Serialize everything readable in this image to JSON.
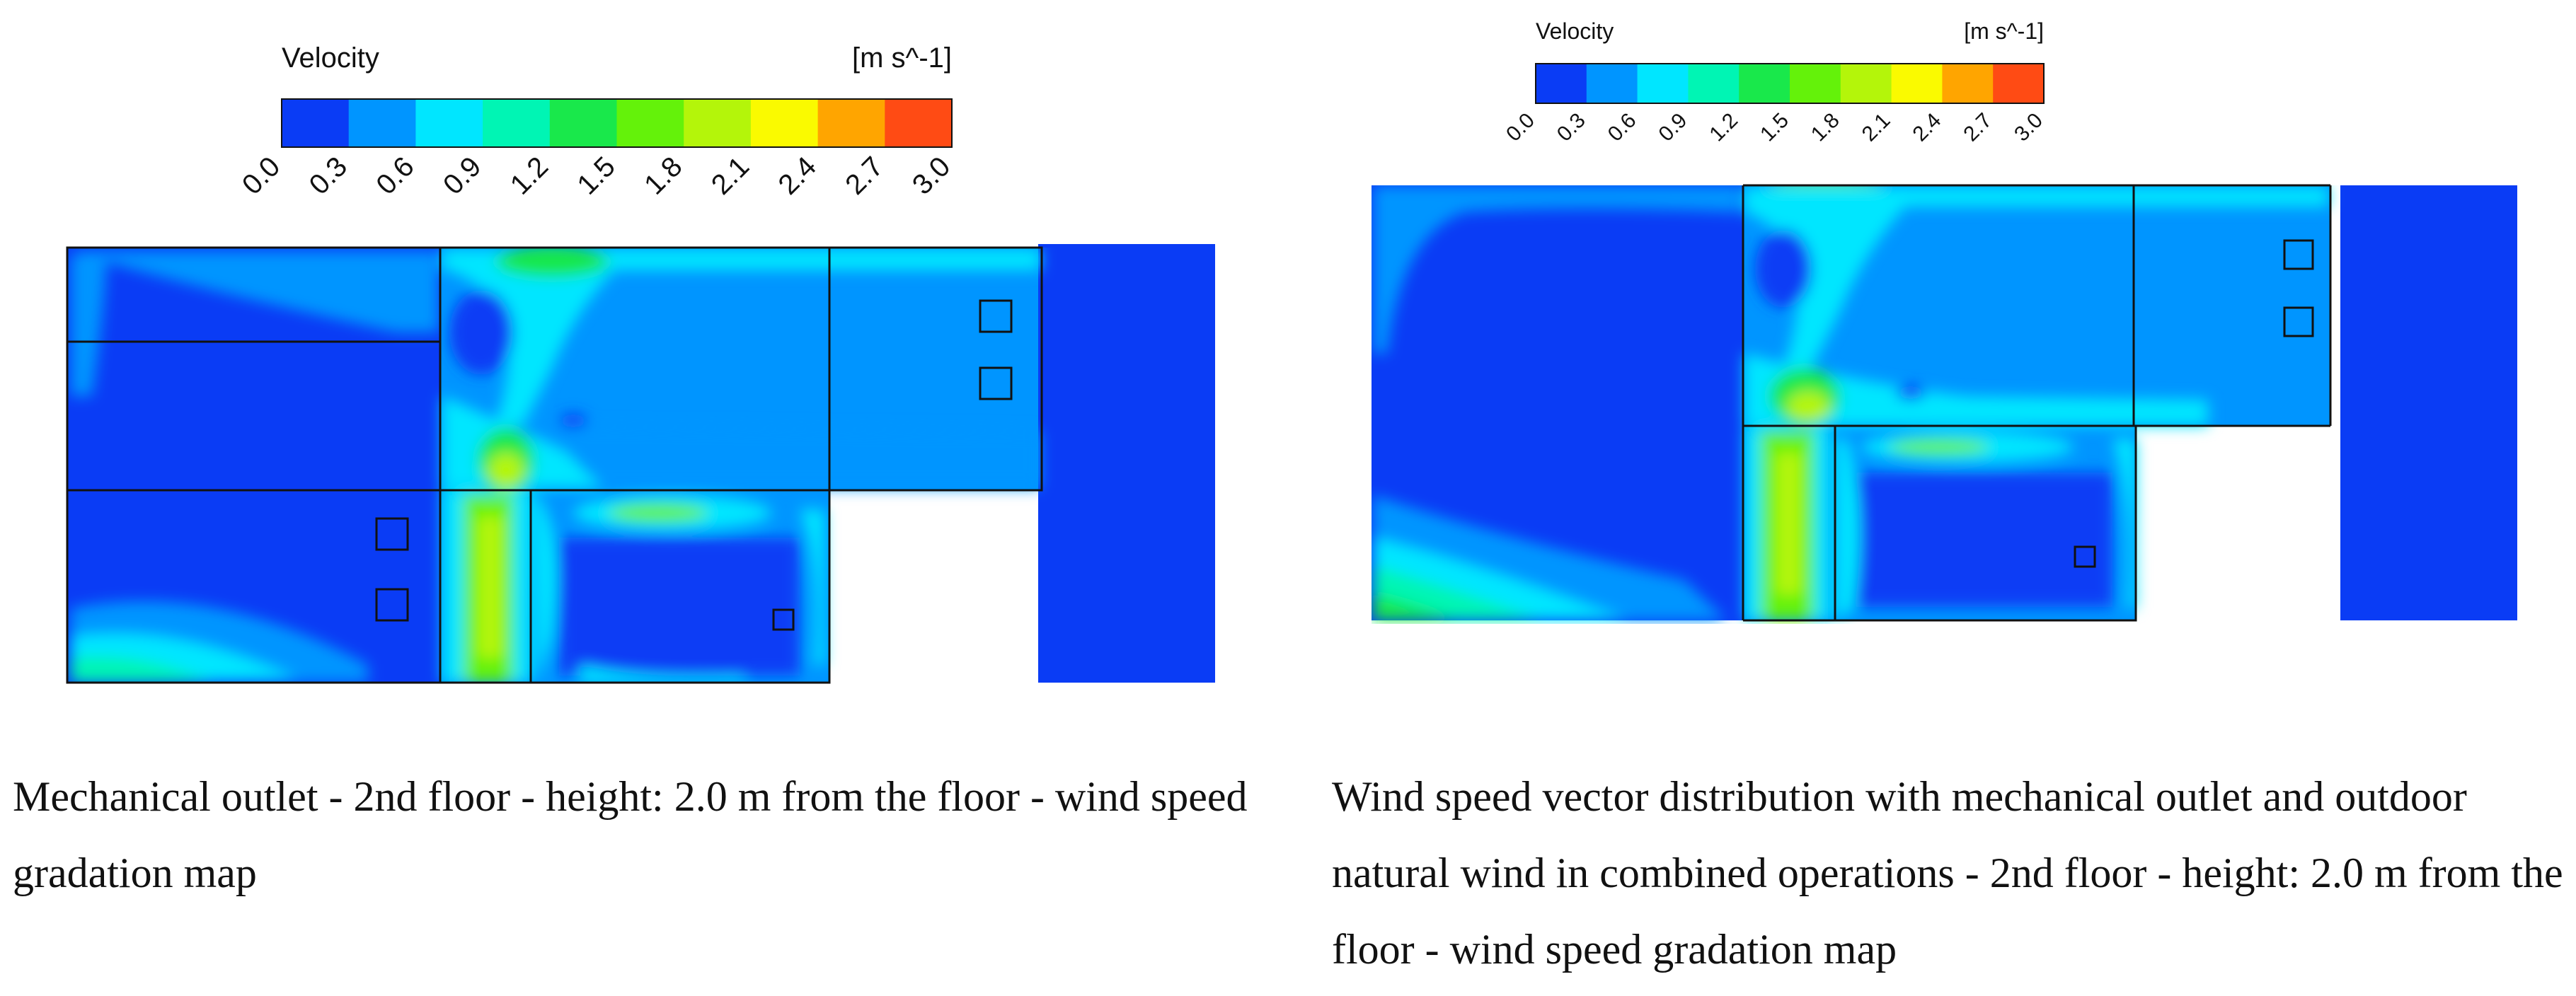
{
  "legend": {
    "title": "Velocity",
    "unit": "[m s^-1]",
    "ticks": [
      "0.0",
      "0.3",
      "0.6",
      "0.9",
      "1.2",
      "1.5",
      "1.8",
      "2.1",
      "2.4",
      "2.7",
      "3.0"
    ],
    "colors": [
      "#0a3cf5",
      "#0095ff",
      "#00e6ff",
      "#00f5b4",
      "#19e84b",
      "#64f20a",
      "#b4f50a",
      "#fafa00",
      "#ffa500",
      "#ff4b14"
    ]
  },
  "panels": [
    {
      "caption": "Mechanical outlet - 2nd floor - height: 2.0 m from the floor - wind speed gradation map"
    },
    {
      "caption": "Wind speed vector distribution with mechanical outlet and outdoor natural wind in combined operations - 2nd floor - height: 2.0 m from the floor - wind speed gradation map"
    }
  ]
}
